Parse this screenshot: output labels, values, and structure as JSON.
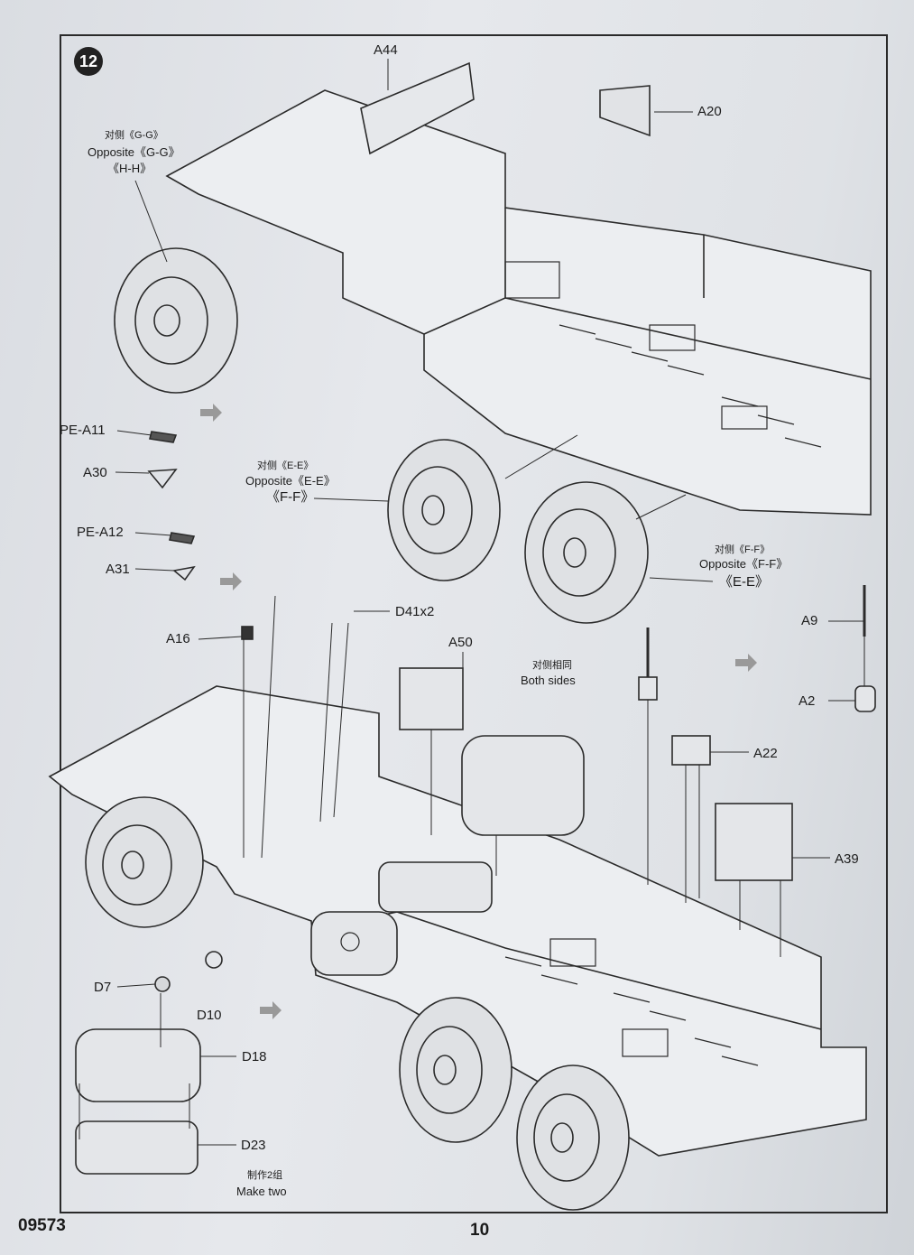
{
  "step": {
    "number": "12"
  },
  "callouts": {
    "a44": "A44",
    "a20": "A20",
    "gg_cn": "对侧《G-G》",
    "gg_en": "Opposite《G-G》",
    "hh": "《H-H》",
    "pe_a11": "PE-A11",
    "a30": "A30",
    "ee_cn": "对侧《E-E》",
    "ee_en": "Opposite《E-E》",
    "ff": "《F-F》",
    "pe_a12": "PE-A12",
    "a31": "A31",
    "ff2_cn": "对侧《F-F》",
    "ff2_en": "Opposite《F-F》",
    "ee2": "《E-E》",
    "a9": "A9",
    "a2": "A2",
    "a16": "A16",
    "d41": "D41x2",
    "a50": "A50",
    "both_cn": "对侧相同",
    "both_en": "Both sides",
    "a22": "A22",
    "a39": "A39",
    "d7": "D7",
    "d10": "D10",
    "d18": "D18",
    "d23": "D23",
    "make_cn": "制作2组",
    "make_en": "Make two"
  },
  "footer": {
    "code": "09573",
    "page": "10"
  }
}
